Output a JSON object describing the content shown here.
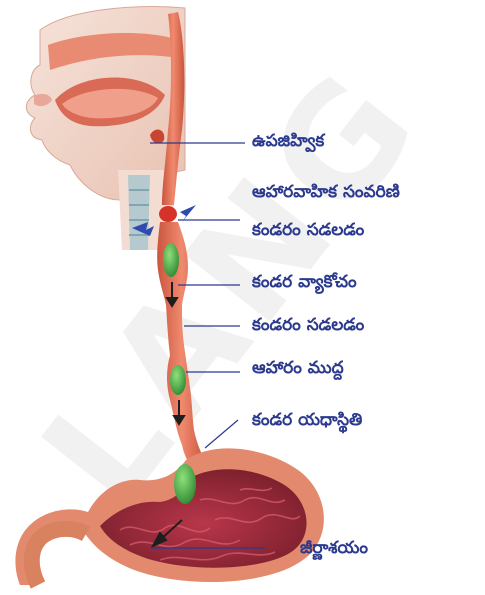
{
  "watermark": "LANG",
  "labels": {
    "epiglottis": "ఉపజిహ్విక",
    "sphincter": "ఆహారవాహిక సంవరిణి",
    "relax1": "కండరం సడలడం",
    "contraction": "కండర వ్యాకోచం",
    "relax2": "కండరం సడలడం",
    "bolus": "ఆహారం ముద్ద",
    "rest": "కండర యధాస్థితి",
    "stomach": "జీర్ణాశయం"
  },
  "colors": {
    "label_text": "#2b3a8f",
    "pointer_line": "#2b3a8f",
    "tissue": "#e07a5f",
    "tissue_dark": "#b8432f",
    "bolus": "#4caf50",
    "stomach_inner": "#9c2b3a",
    "arrow": "#1e1e1e",
    "sphincter_arrow": "#2f4bb0"
  }
}
